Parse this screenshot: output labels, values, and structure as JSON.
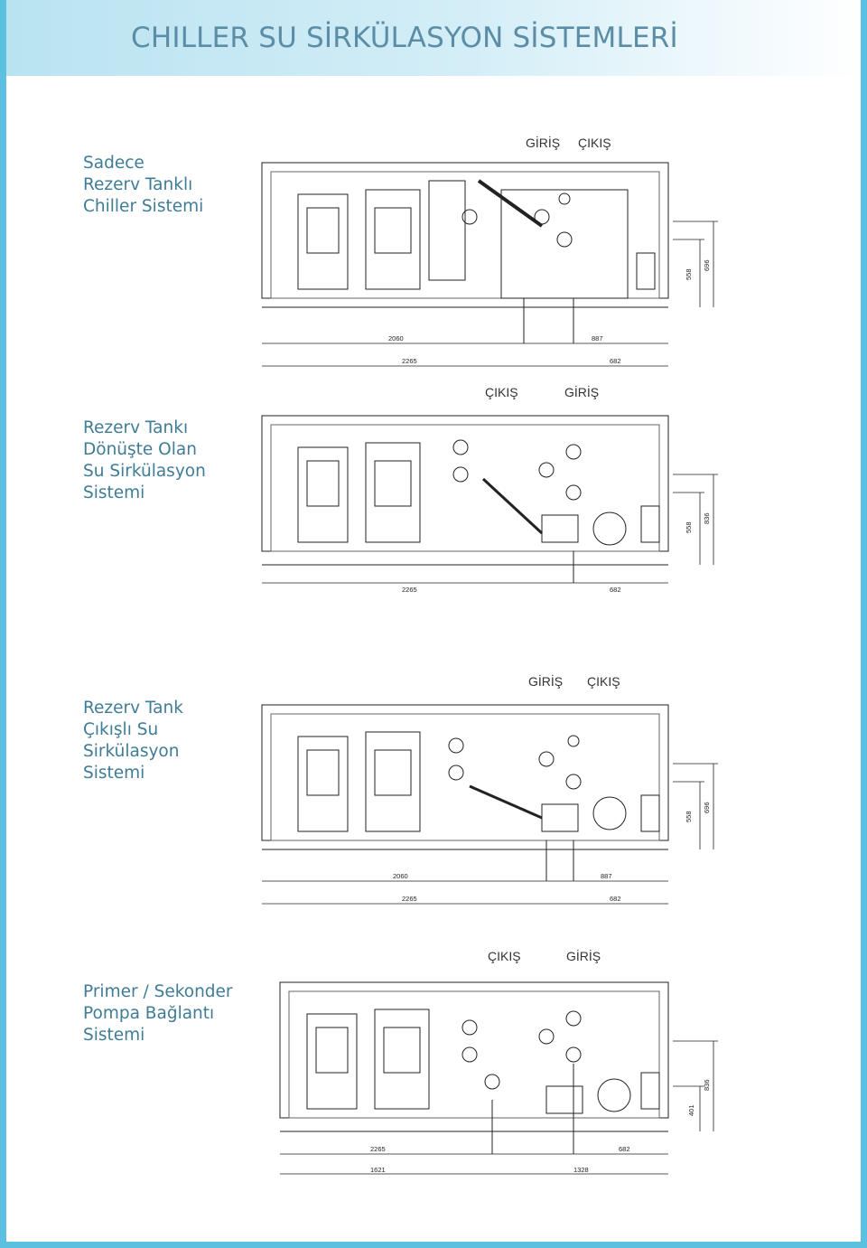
{
  "header": {
    "title": "CHILLER SU SİRKÜLASYON SİSTEMLERİ"
  },
  "sections": [
    {
      "label": [
        "Sadece",
        "Rezerv Tanklı",
        "Chiller Sistemi"
      ],
      "ports": [
        "GİRİŞ",
        "ÇIKIŞ"
      ],
      "dims_bottom_row1": [
        "2060",
        "887"
      ],
      "dims_bottom_row2": [
        "2265",
        "682"
      ],
      "dims_right": [
        "558",
        "696"
      ]
    },
    {
      "label": [
        "Rezerv Tankı",
        "Dönüşte Olan",
        "Su Sirkülasyon",
        "Sistemi"
      ],
      "ports": [
        "ÇIKIŞ",
        "GİRİŞ"
      ],
      "dims_bottom_row1": [
        "2265",
        "682"
      ],
      "dims_right": [
        "558",
        "836"
      ]
    },
    {
      "label": [
        "Rezerv Tank",
        "Çıkışlı Su",
        "Sirkülasyon",
        "Sistemi"
      ],
      "ports": [
        "GİRİŞ",
        "ÇIKIŞ"
      ],
      "dims_bottom_row1": [
        "2060",
        "887"
      ],
      "dims_bottom_row2": [
        "2265",
        "682"
      ],
      "dims_right": [
        "558",
        "696"
      ]
    },
    {
      "label": [
        "Primer / Sekonder",
        "Pompa Bağlantı",
        "Sistemi"
      ],
      "ports": [
        "ÇIKIŞ",
        "GİRİŞ"
      ],
      "dims_bottom_row1": [
        "2265",
        "682"
      ],
      "dims_bottom_row2": [
        "1621",
        "1328"
      ],
      "dims_right": [
        "401",
        "836"
      ]
    }
  ]
}
